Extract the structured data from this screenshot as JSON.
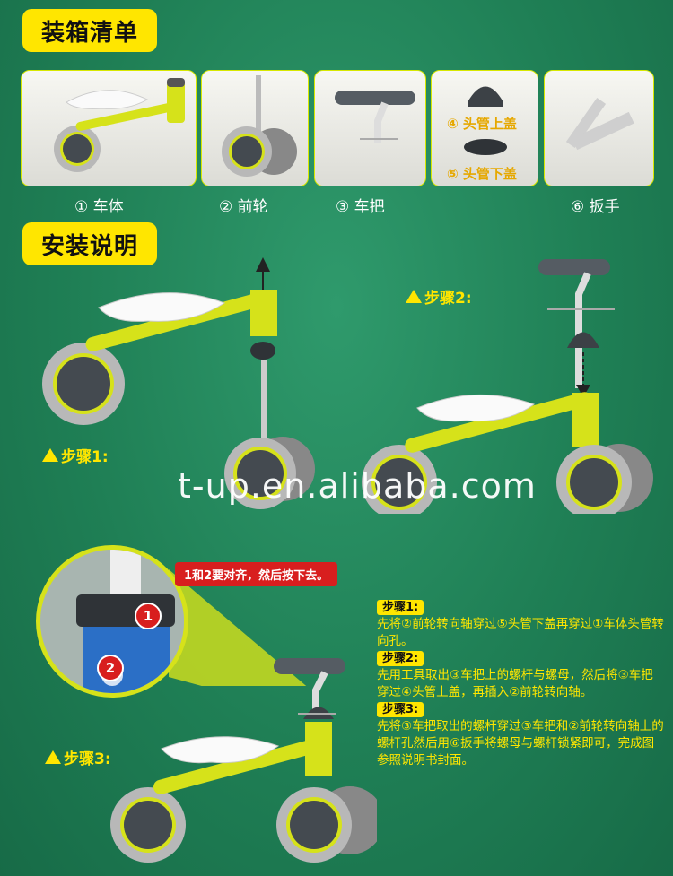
{
  "headers": {
    "packing_list": "装箱清单",
    "install_guide": "安装说明"
  },
  "parts": [
    {
      "caption": "① 车体"
    },
    {
      "caption": "② 前轮"
    },
    {
      "caption": "③ 车把"
    },
    {
      "caption": "④ 头管上盖",
      "caption2": "⑤ 头管下盖"
    },
    {
      "caption": "⑥ 扳手"
    }
  ],
  "steps": {
    "step1_tag": "步骤1:",
    "step2_tag": "步骤2:",
    "step3_tag": "步骤3:"
  },
  "callout": {
    "note": "1和2要对齐，然后按下去。",
    "num1": "1",
    "num2": "2"
  },
  "instructions": {
    "s1_label": "步骤1:",
    "s1_text": "先将②前轮转向轴穿过⑤头管下盖再穿过①车体头管转向孔。",
    "s2_label": "步骤2:",
    "s2_text": "先用工具取出③车把上的螺杆与螺母，然后将③车把穿过④头管上盖，再插入②前轮转向轴。",
    "s3_label": "步骤3:",
    "s3_text": "先将③车把取出的螺杆穿过③车把和②前轮转向轴上的螺杆孔然后用⑥扳手将螺母与螺杆锁紧即可，完成图参照说明书封面。"
  },
  "watermark": "t-up.en.alibaba.com",
  "colors": {
    "background": "#1f7f55",
    "accent_yellow": "#ffe600",
    "frame_yellow": "#d6e21a",
    "wheel_grey": "#b8b8b8",
    "wheel_dark": "#444a50",
    "note_red": "#d81e1e"
  }
}
